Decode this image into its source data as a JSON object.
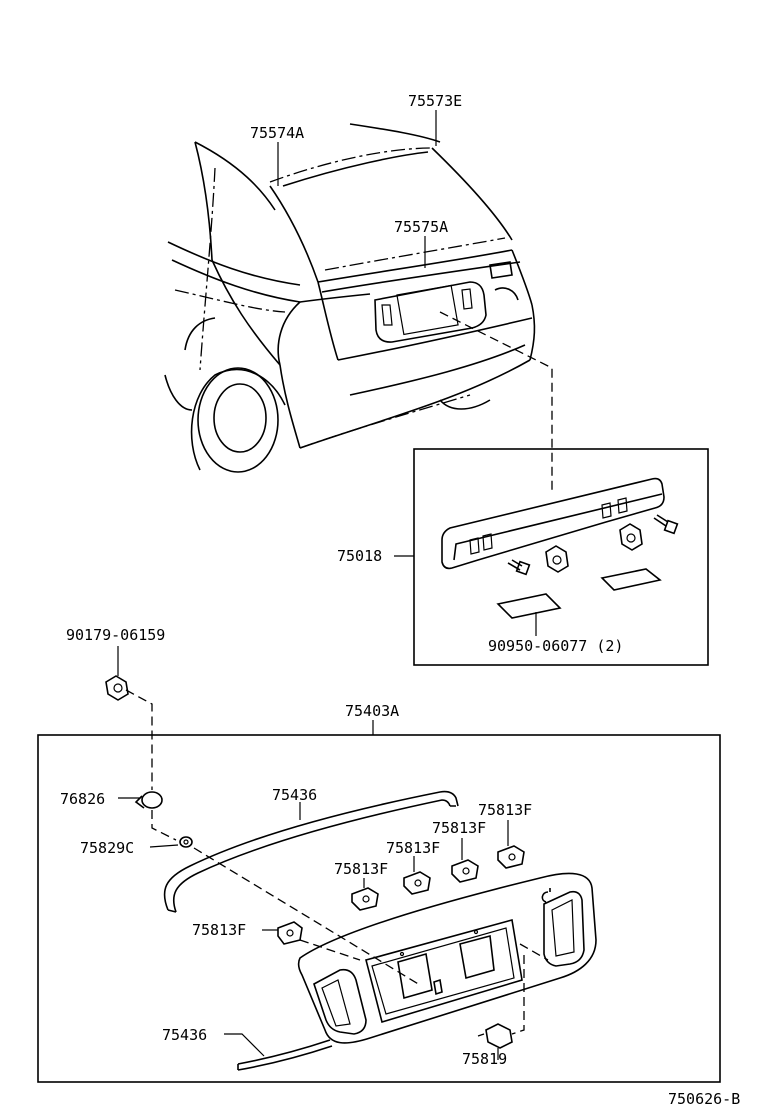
{
  "diagram": {
    "labels": {
      "p75573E": "75573E",
      "p75574A": "75574A",
      "p75575A": "75575A",
      "p75018": "75018",
      "p90950": "90950-06077 (2)",
      "p90179": "90179-06159",
      "p75403A": "75403A",
      "p76826": "76826",
      "p75436_top": "75436",
      "p75813F_1": "75813F",
      "p75813F_2": "75813F",
      "p75813F_3": "75813F",
      "p75813F_4": "75813F",
      "p75813F_5": "75813F",
      "p75829C": "75829C",
      "p75436_bottom": "75436",
      "p75819": "75819",
      "figure_code": "750626-B"
    }
  }
}
